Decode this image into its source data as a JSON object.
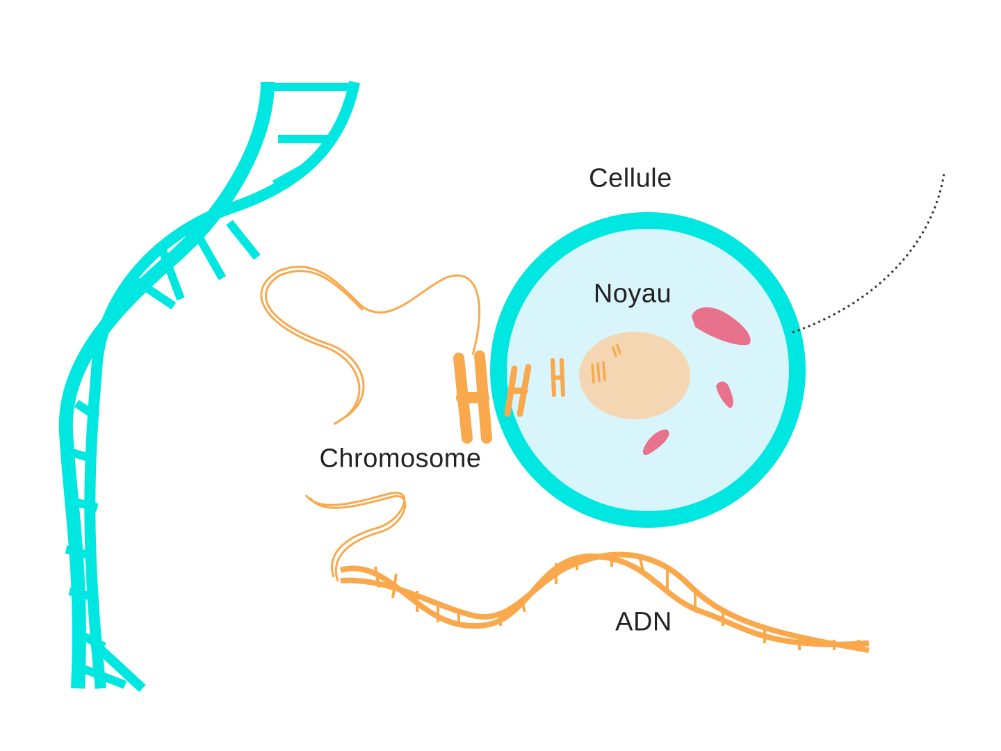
{
  "labels": {
    "cell": "Cellule",
    "nucleus": "Noyau",
    "chromosome": "Chromosome",
    "dna": "ADN"
  },
  "colors": {
    "cyan": "#00e6e0",
    "cell_fill": "#d7f5fb",
    "orange": "#f9a84c",
    "nucleus_fill": "#f4d6b3",
    "pink": "#e8718b",
    "text": "#222222"
  }
}
